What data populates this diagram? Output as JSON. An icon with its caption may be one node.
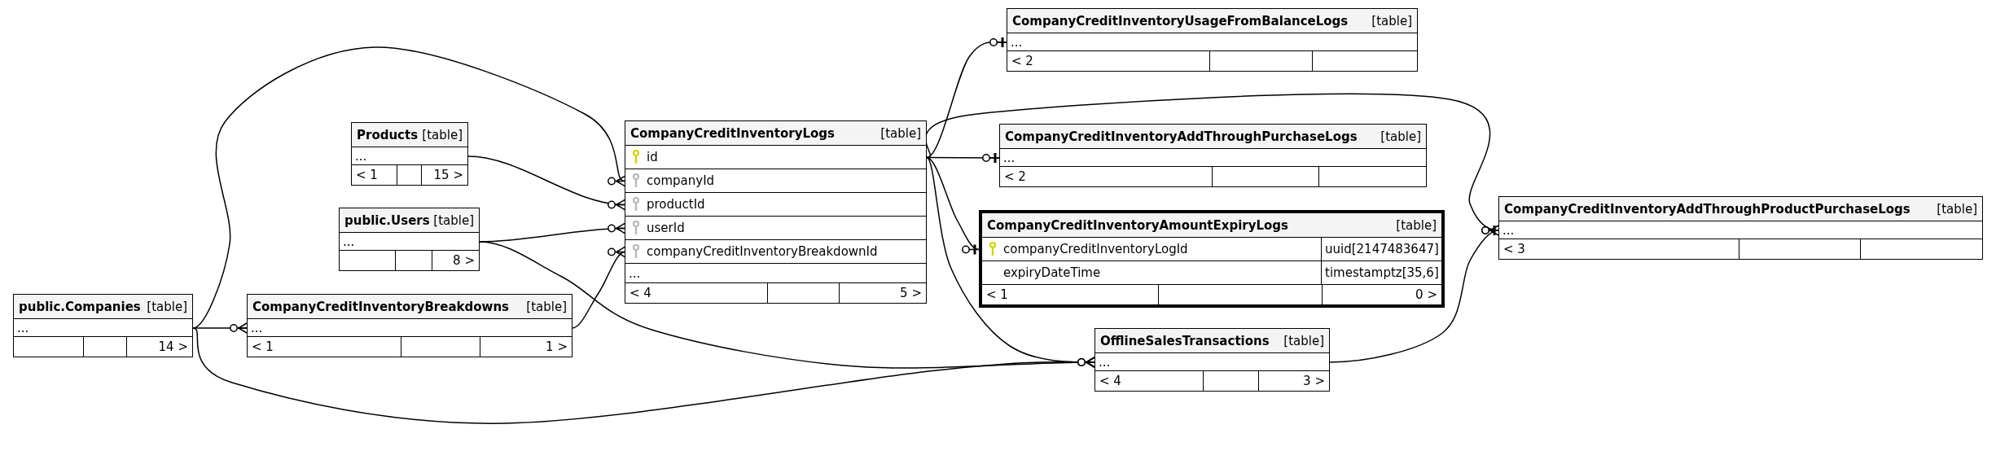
{
  "diagram": {
    "nodes": [
      {
        "text": [
          "public.Companies",
          "[table]",
          "...",
          "14 >"
        ]
      },
      {
        "text": [
          "CompanyCreditInventoryBreakdowns",
          "[table]",
          "...",
          "< 1",
          "1 >"
        ]
      },
      {
        "text": [
          "Products",
          "[table]",
          "...",
          "< 1",
          "15 >"
        ]
      },
      {
        "text": [
          "public.Users",
          "[table]",
          "...",
          "8 >"
        ]
      },
      {
        "text": [
          "CompanyCreditInventoryLogs",
          "[table]",
          "id",
          "companyId",
          "productId",
          "userId",
          "companyCreditInventoryBreakdownId",
          "...",
          "< 4",
          "5 >"
        ]
      },
      {
        "text": [
          "CompanyCreditInventoryUsageFromBalanceLogs",
          "[table]",
          "...",
          "< 2"
        ]
      },
      {
        "text": [
          "CompanyCreditInventoryAddThroughPurchaseLogs",
          "[table]",
          "...",
          "< 2"
        ]
      },
      {
        "text": [
          "CompanyCreditInventoryAmountExpiryLogs",
          "[table]",
          "companyCreditInventoryLogId",
          "uuid[2147483647]",
          "expiryDateTime",
          "timestamptz[35,6]",
          "< 1",
          "0 >"
        ]
      },
      {
        "text": [
          "OfflineSalesTransactions",
          "[table]",
          "...",
          "< 4",
          "3 >"
        ]
      },
      {
        "text": [
          "CompanyCreditInventoryAddThroughProductPurchaseLogs",
          "[table]",
          "...",
          "< 3"
        ]
      }
    ],
    "edges": [
      {
        "from": 0,
        "to": 4,
        "arrow": "other"
      },
      {
        "from": 0,
        "to": 1,
        "arrow": "other"
      },
      {
        "from": 0,
        "to": 8,
        "arrow": "other"
      },
      {
        "from": 2,
        "to": 4,
        "arrow": "other"
      },
      {
        "from": 3,
        "to": 4,
        "arrow": "other"
      },
      {
        "from": 3,
        "to": 8,
        "arrow": "other"
      },
      {
        "from": 1,
        "to": 4,
        "arrow": "other"
      },
      {
        "from": 4,
        "to": 5,
        "arrow": "other"
      },
      {
        "from": 4,
        "to": 6,
        "arrow": "other"
      },
      {
        "from": 4,
        "to": 7,
        "arrow": "other"
      },
      {
        "from": 4,
        "to": 9,
        "arrow": "other"
      },
      {
        "from": 4,
        "to": 8,
        "arrow": "other"
      },
      {
        "from": 8,
        "to": 9,
        "arrow": "other"
      }
    ]
  }
}
